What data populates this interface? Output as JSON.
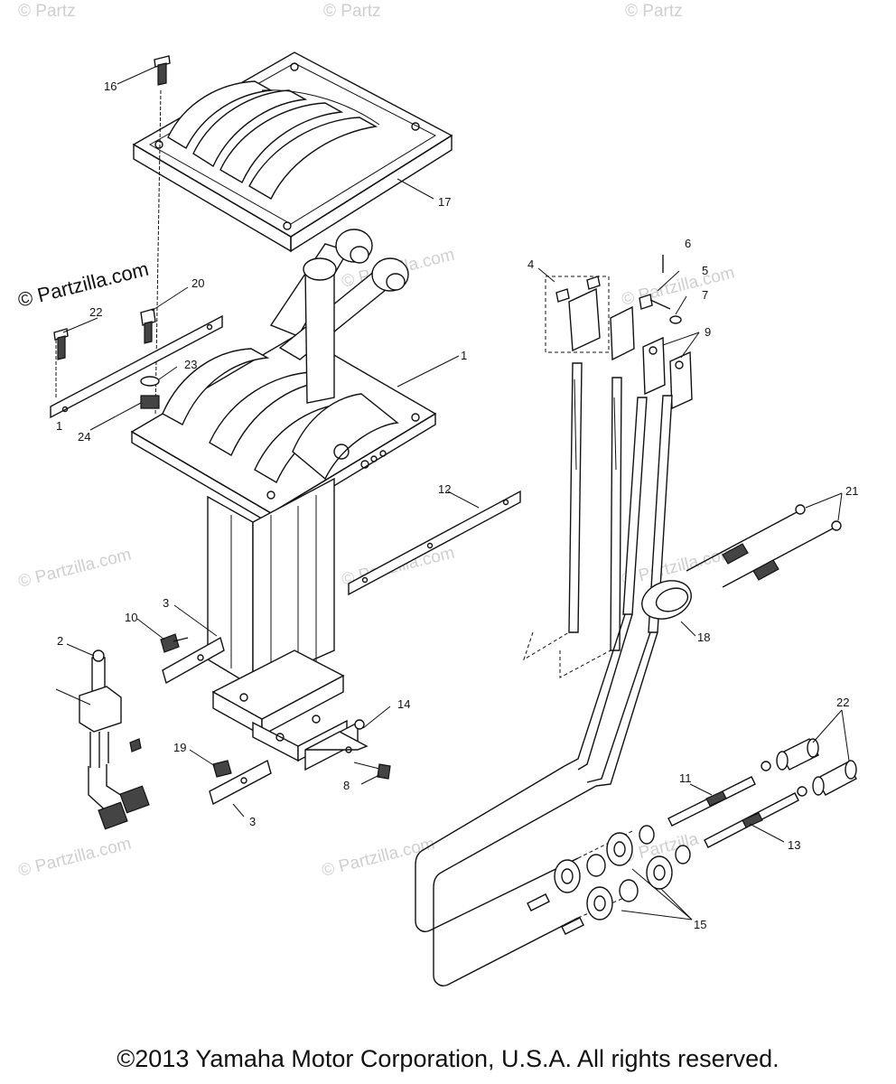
{
  "watermarks": {
    "main": "© Partzilla.com",
    "faint": "© Partzilla.com",
    "faint_short": "© Partz",
    "faint_mid": "© Partzilla"
  },
  "labels": [
    "1",
    "2",
    "3",
    "3",
    "4",
    "5",
    "6",
    "7",
    "8",
    "9",
    "10",
    "11",
    "12",
    "13",
    "14",
    "15",
    "16",
    "17",
    "18",
    "19",
    "20",
    "21",
    "22",
    "22",
    "23",
    "24",
    "1"
  ],
  "copyright": "©2013  Yamaha Motor Corporation, U.S.A. All rights reserved."
}
